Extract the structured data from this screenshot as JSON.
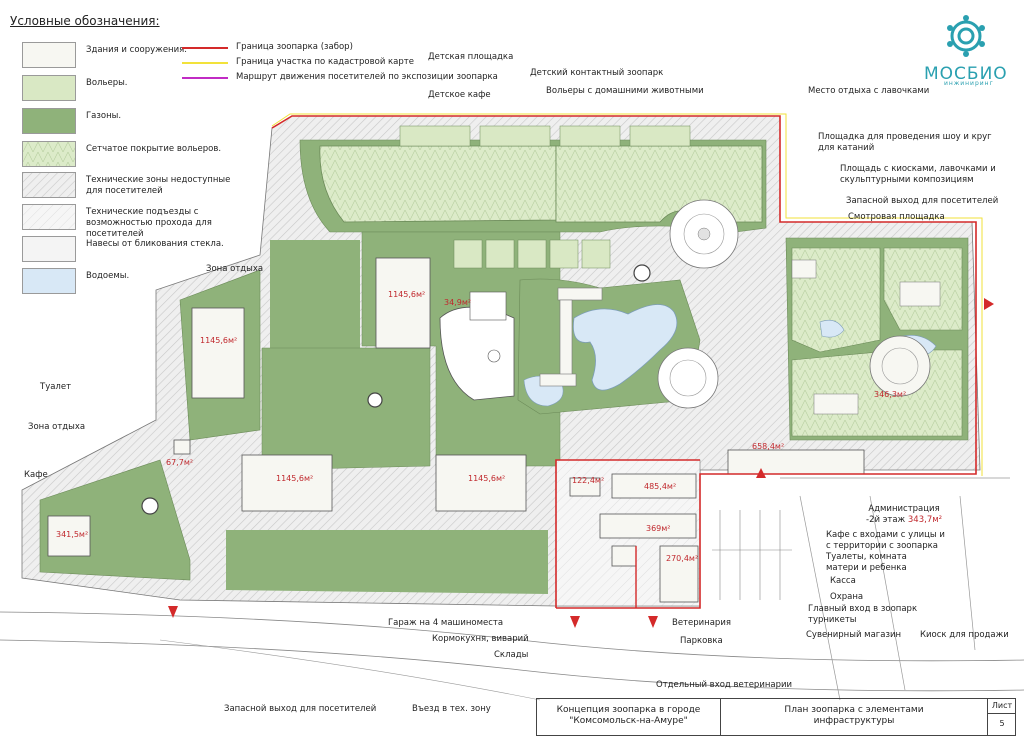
{
  "legend": {
    "title": "Условные обозначения:",
    "items": [
      {
        "label": "Здания и сооружения.",
        "fill": "#f7f7f2"
      },
      {
        "label": "Вольеры.",
        "fill": "#d9e8c4"
      },
      {
        "label": "Газоны.",
        "fill": "#8fb27a"
      },
      {
        "label": "Сетчатое покрытие вольеров.",
        "fill": "#dcebc9"
      },
      {
        "label": "Технические зоны недоступные для посетителей",
        "fill": "#e8e8e8"
      },
      {
        "label": "Технические подъезды с возможностью прохода для посетителей",
        "fill": "#f2f2f2"
      },
      {
        "label": "Навесы от бликования стекла.",
        "fill": "#f4f4f4"
      },
      {
        "label": "Водоемы.",
        "fill": "#d8e8f6"
      }
    ],
    "lines": [
      {
        "label": "Граница зоопарка (забор)",
        "color": "#d42a2a"
      },
      {
        "label": "Граница участка по кадастровой карте",
        "color": "#f2e23a"
      },
      {
        "label": "Маршрут движения посетителей по экспозиции зоопарка",
        "color": "#c12bc4"
      }
    ]
  },
  "logo": {
    "name": "МОСБИО",
    "sub": "инжиниринг",
    "color": "#2aa0b0"
  },
  "labels": {
    "kids_playground": "Детская площадка",
    "contact_zoo": "Детский контактный зоопарк",
    "kids_cafe": "Детское кафе",
    "domestic_enclosures": "Вольеры с домашними животными",
    "rest_place": "Место отдыха с лавочками",
    "show_area": "Площадка для проведения шоу и круг для катаний",
    "kiosk_square": "Площадь с киосками, лавочками и скульптурными композициям",
    "emergency_exit_top": "Запасной выход для посетителей",
    "viewing_platform": "Смотровая площадка",
    "rest_zone_top": "Зона отдыха",
    "toilet": "Туалет",
    "rest_zone_left": "Зона отдыха",
    "cafe": "Кафе",
    "admin": "Администрация\n-2й этаж",
    "admin_area": "343,7м²",
    "cafe_entrances": "Кафе с входами с улицы и\nс территории с зоопарка",
    "toilets_mother": "Туалеты, комната\nматери и ребенка",
    "cashier": "Касса",
    "security": "Охрана",
    "main_entrance": "Главный вход в зоопарк\nтурникеты",
    "souvenir": "Сувенирный магазин",
    "kiosk_sale": "Киоск для продажи",
    "garage": "Гараж на 4 машиноместа",
    "feed_kitchen": "Кормокухня, виварий",
    "warehouses": "Склады",
    "veterinary": "Ветеринария",
    "parking": "Парковка",
    "vet_entrance": "Отдельный вход ветеринарии",
    "emergency_exit_bottom": "Запасной выход для посетителей",
    "tech_entry": "Въезд в тех. зону"
  },
  "areas": {
    "a1": "1145,6м²",
    "a2": "1145,6м²",
    "a3": "1145,6м²",
    "a4": "1145,6м²",
    "a5": "34,9м²",
    "a6": "67,7м²",
    "a7": "341,5м²",
    "a8": "346,3м²",
    "a9": "658,4м²",
    "a10": "122,4м²",
    "a11": "485,4м²",
    "a12": "369м²",
    "a13": "270,4м²"
  },
  "stamp": {
    "project": "Концепция зоопарка в городе\n\"Комсомольск-на-Амуре\"",
    "sheet_title": "План зоопарка с элементами\nинфраструктуры",
    "sheet_label": "Лист",
    "sheet_number": "5"
  }
}
